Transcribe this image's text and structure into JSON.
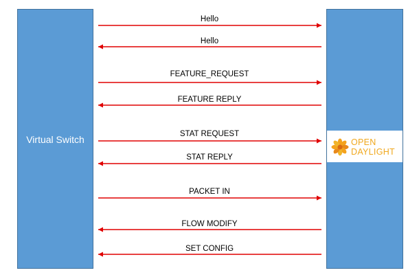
{
  "left_box": {
    "label": "Virtual Switch"
  },
  "right_box": {
    "logo_line1": "OPEN",
    "logo_line2": "DAYLIGHT"
  },
  "colors": {
    "box": "#5b9bd5",
    "arrow": "#e00000",
    "logo_text": "#f0a81e"
  },
  "messages": [
    {
      "label": "Hello",
      "direction": "right"
    },
    {
      "label": "Hello",
      "direction": "left"
    },
    {
      "label": "FEATURE_REQUEST",
      "direction": "right"
    },
    {
      "label": "FEATURE REPLY",
      "direction": "left"
    },
    {
      "label": "STAT REQUEST",
      "direction": "right"
    },
    {
      "label": "STAT REPLY",
      "direction": "left"
    },
    {
      "label": "PACKET IN",
      "direction": "right"
    },
    {
      "label": "FLOW MODIFY",
      "direction": "left"
    },
    {
      "label": "SET CONFIG",
      "direction": "left"
    }
  ]
}
